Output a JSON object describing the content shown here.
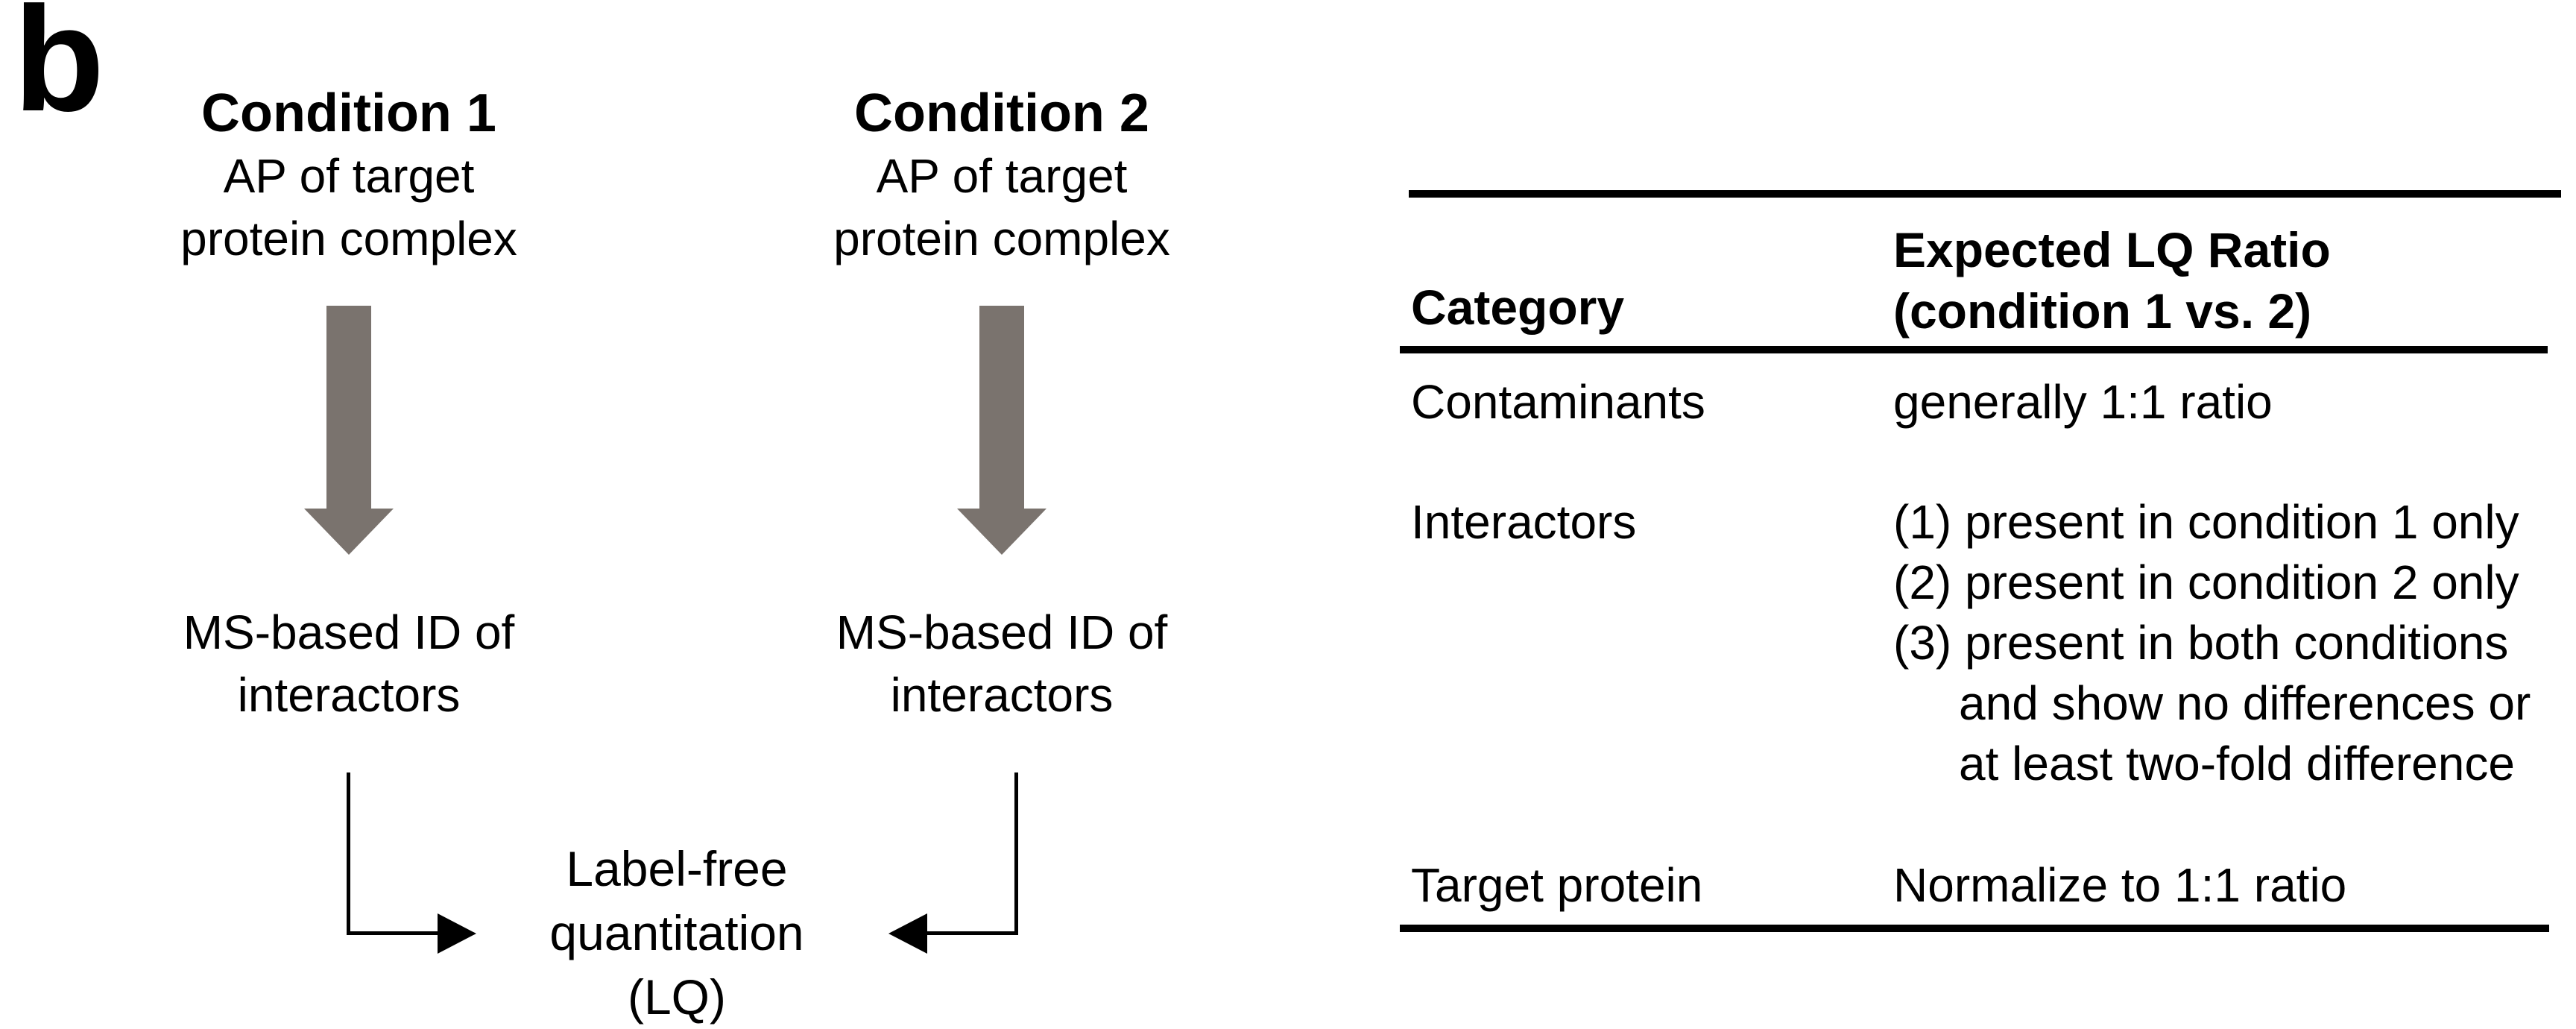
{
  "panel_label": "b",
  "colors": {
    "thick_arrow": "#7a736e",
    "line": "#000000",
    "text": "#000000",
    "background": "#ffffff"
  },
  "flow": {
    "columns": [
      {
        "title": "Condition 1",
        "subtitle_line1": "AP of target",
        "subtitle_line2": "protein complex",
        "step_line1": "MS-based ID of",
        "step_line2": "interactors"
      },
      {
        "title": "Condition 2",
        "subtitle_line1": "AP of target",
        "subtitle_line2": "protein complex",
        "step_line1": "MS-based ID of",
        "step_line2": "interactors"
      }
    ],
    "merge_line1": "Label-free",
    "merge_line2": "quantitation",
    "merge_line3": "(LQ)"
  },
  "table": {
    "header": {
      "category": "Category",
      "ratio_line1": "Expected LQ Ratio",
      "ratio_line2": "(condition 1 vs. 2)"
    },
    "rows": [
      {
        "category": "Contaminants",
        "lines": [
          "generally 1:1 ratio"
        ]
      },
      {
        "category": "Interactors",
        "lines": [
          "(1) present in condition 1 only",
          "(2) present in condition 2 only",
          "(3) present in both conditions",
          "and show no differences or",
          "at least two-fold difference"
        ]
      },
      {
        "category": "Target protein",
        "lines": [
          "Normalize to 1:1 ratio"
        ]
      }
    ]
  }
}
